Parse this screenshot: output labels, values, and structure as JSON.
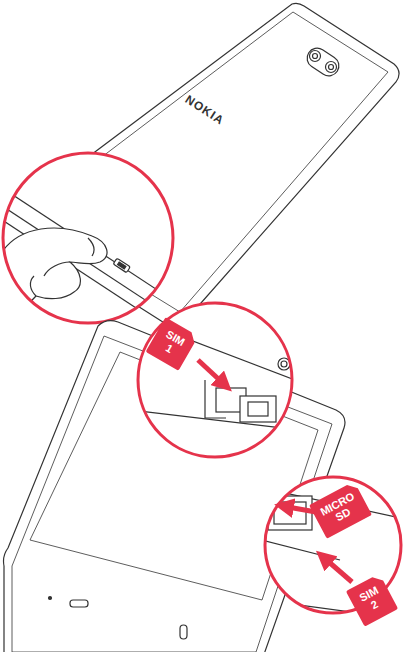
{
  "diagram": {
    "nodes": [
      {
        "text": [
          "SIM 1"
        ]
      },
      {
        "text": [
          "MICRO SD"
        ]
      },
      {
        "text": [
          "SIM 2"
        ]
      }
    ],
    "labels": [
      "NOKIA"
    ]
  }
}
